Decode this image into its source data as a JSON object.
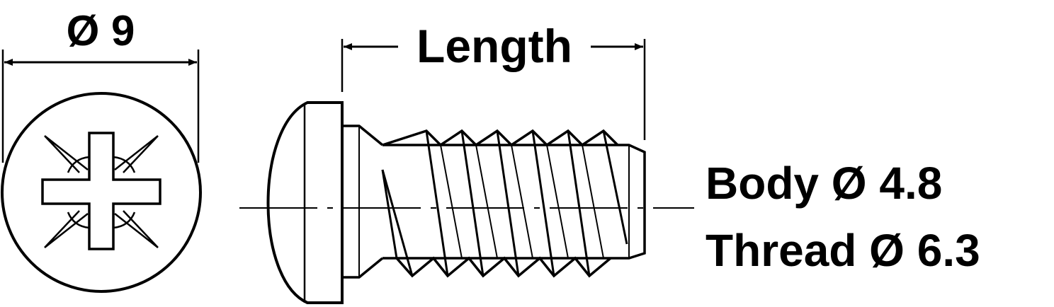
{
  "labels": {
    "head_diameter": "Ø 9",
    "length": "Length",
    "body_diameter": "Body Ø 4.8",
    "thread_diameter": "Thread Ø 6.3"
  },
  "colors": {
    "line": "#000000",
    "background": "#ffffff"
  }
}
